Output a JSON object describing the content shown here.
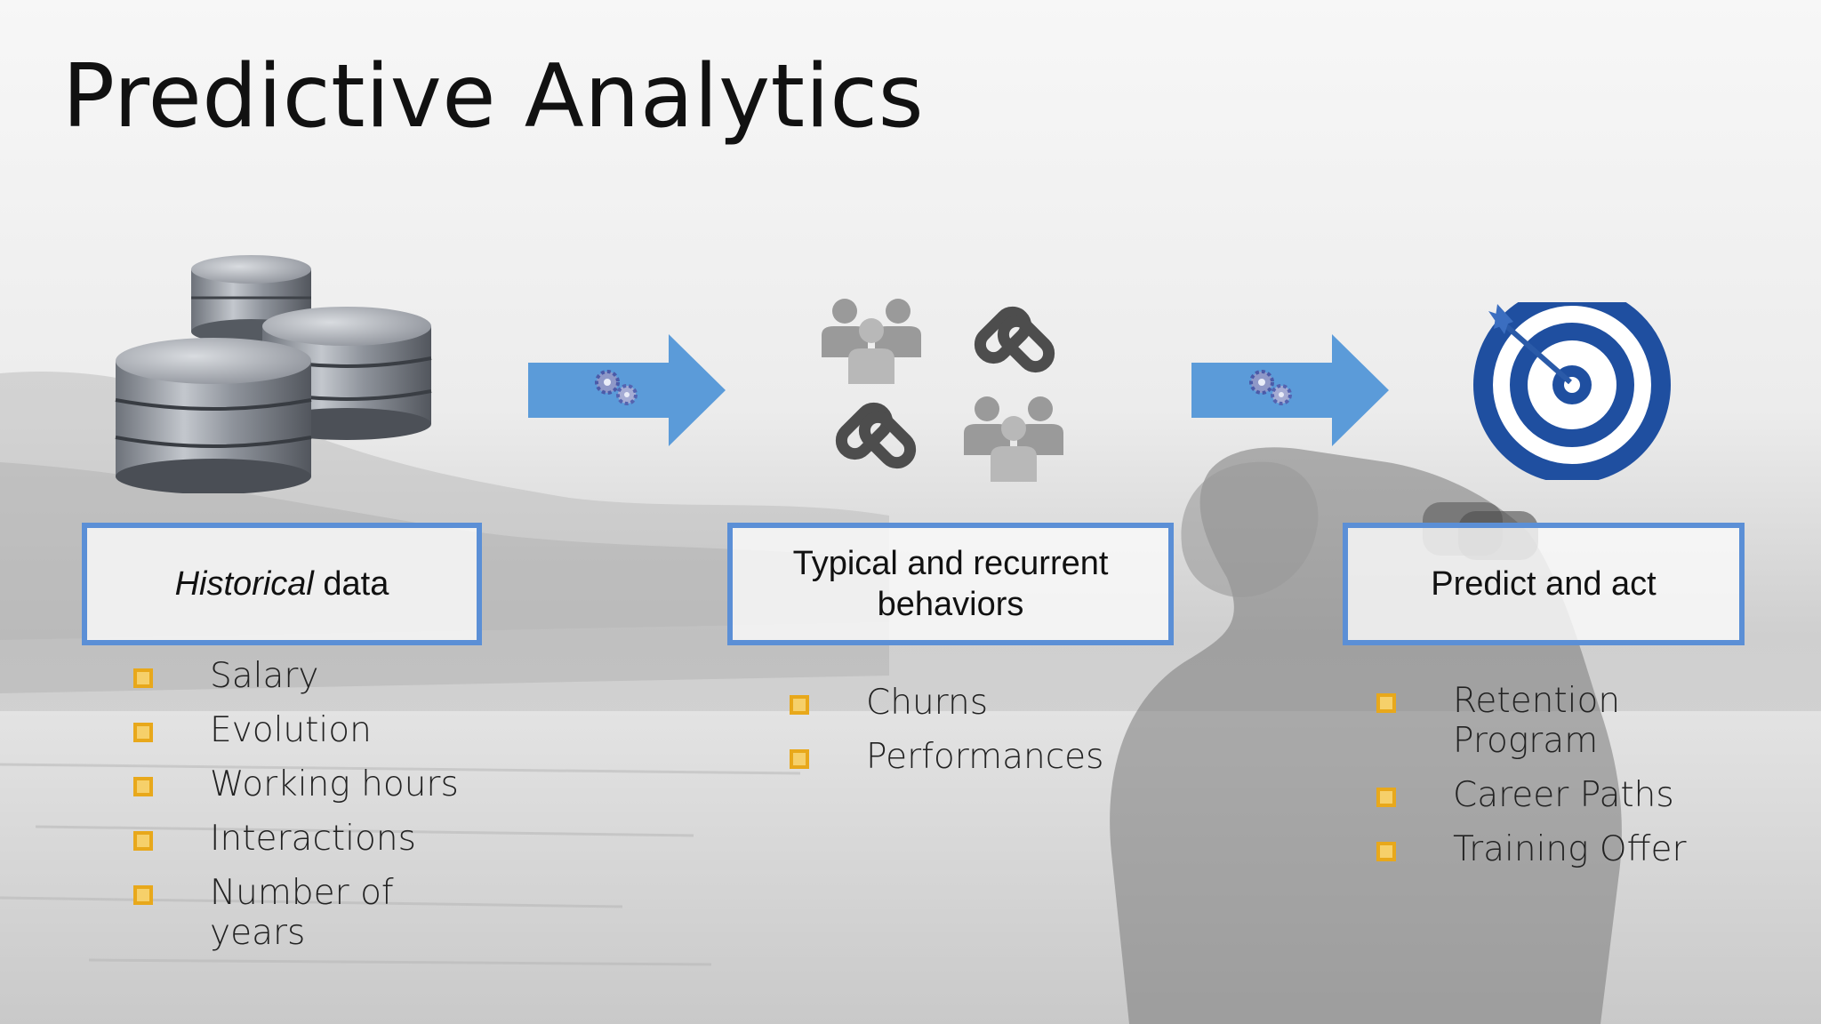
{
  "title": "Predictive Analytics",
  "steps": [
    {
      "label_italic": "Historical",
      "label_rest": " data",
      "bullets": [
        "Salary",
        "Evolution",
        "Working hours",
        "Interactions",
        "Number of years"
      ]
    },
    {
      "label": "Typical and recurrent behaviors",
      "bullets": [
        "Churns",
        "Performances"
      ]
    },
    {
      "label": "Predict and act",
      "bullets": [
        "Retention Program",
        "Career Paths",
        "Training Offer"
      ]
    }
  ],
  "icons": {
    "step1": "database-stack-icon",
    "step2": [
      "people-group-icon",
      "chain-link-icon"
    ],
    "step3": "target-dart-icon",
    "arrow": "process-arrow-gears-icon"
  },
  "colors": {
    "box_border": "#5b8fd6",
    "arrow": "#5b9bd9",
    "bullet": "#e8a81b",
    "target": "#1f4fa0"
  }
}
